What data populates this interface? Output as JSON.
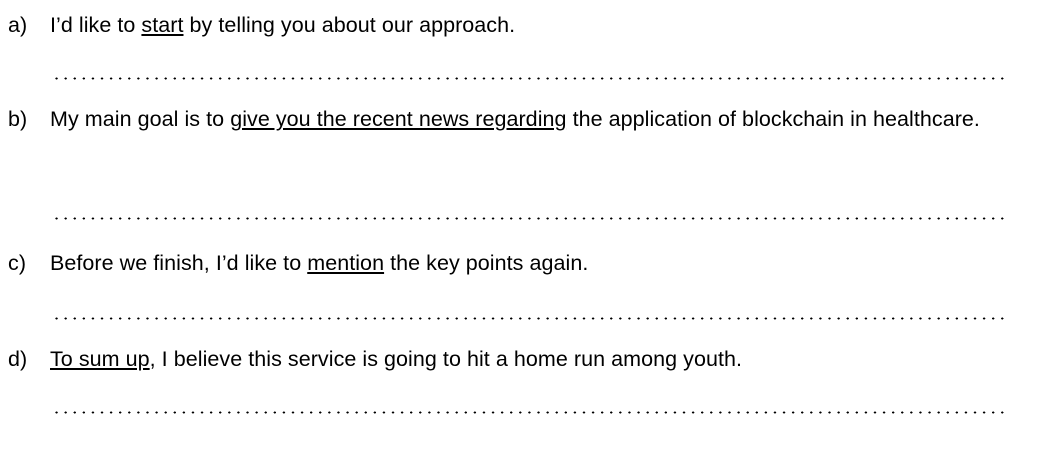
{
  "document": {
    "type": "exercise-worksheet",
    "background_color": "#ffffff",
    "text_color": "#000000",
    "items": [
      {
        "marker": "a)",
        "segments": [
          {
            "text": "I’d like to ",
            "underline": false
          },
          {
            "text": "start",
            "underline": true
          },
          {
            "text": " by telling you about our approach.",
            "underline": false
          }
        ],
        "plain_text": "I’d like to start by telling you about our approach.",
        "answer_line": true
      },
      {
        "marker": "b)",
        "segments": [
          {
            "text": "My main goal is to ",
            "underline": false
          },
          {
            "text": "give you the recent news regarding",
            "underline": true
          },
          {
            "text": " the application of blockchain in healthcare.",
            "underline": false
          }
        ],
        "plain_text": "My main goal is to give you the recent news regarding the application of blockchain in healthcare.",
        "answer_line": true
      },
      {
        "marker": "c)",
        "segments": [
          {
            "text": "Before we finish, I’d like to ",
            "underline": false
          },
          {
            "text": "mention",
            "underline": true
          },
          {
            "text": " the key points again.",
            "underline": false
          }
        ],
        "plain_text": "Before we finish, I’d like to mention the key points again.",
        "answer_line": true
      },
      {
        "marker": "d)",
        "segments": [
          {
            "text": "To sum up",
            "underline": true
          },
          {
            "text": ", I believe this service is going to hit a home run among youth.",
            "underline": false
          }
        ],
        "plain_text": "To sum up, I believe this service is going to hit a home run among youth.",
        "answer_line": true
      }
    ]
  }
}
